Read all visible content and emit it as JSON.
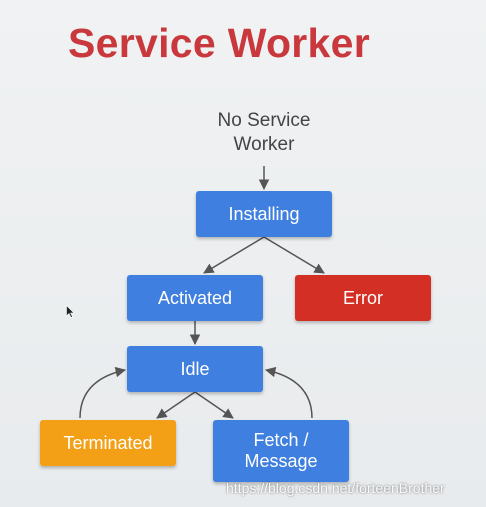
{
  "title": "Service Worker",
  "start": {
    "line1": "No Service",
    "line2": "Worker"
  },
  "nodes": {
    "installing": "Installing",
    "activated": "Activated",
    "error": "Error",
    "idle": "Idle",
    "terminated": "Terminated",
    "fetch_line1": "Fetch /",
    "fetch_line2": "Message"
  },
  "watermark": "https://blog.csdn.net/forteenBrother",
  "colors": {
    "title": "#c8383c",
    "blue": "#3f7fe0",
    "red": "#d32f24",
    "orange": "#f4a016",
    "arrow": "#555555"
  },
  "icons": {
    "cursor": "mouse-pointer-icon"
  }
}
